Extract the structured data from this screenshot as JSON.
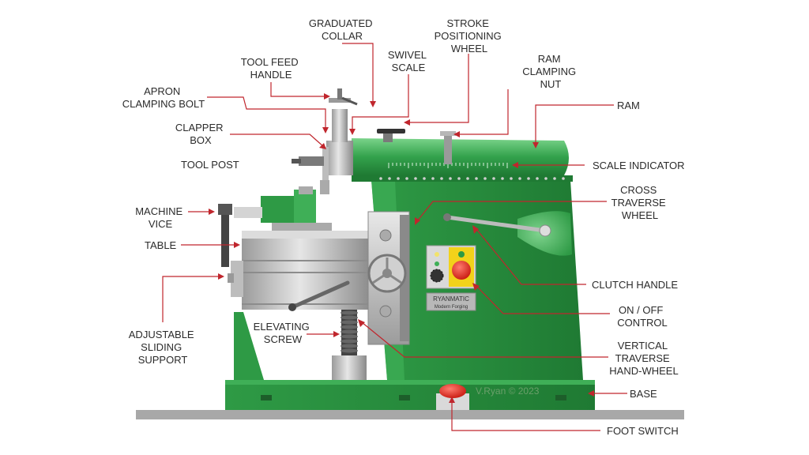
{
  "labels": {
    "graduated_collar": [
      "GRADUATED",
      "COLLAR"
    ],
    "stroke_positioning_wheel": [
      "STROKE",
      "POSITIONING",
      "WHEEL"
    ],
    "tool_feed_handle": [
      "TOOL FEED",
      "HANDLE"
    ],
    "swivel_scale": [
      "SWIVEL",
      "SCALE"
    ],
    "ram_clamping_nut": [
      "RAM",
      "CLAMPING",
      "NUT"
    ],
    "apron_clamping_bolt": [
      "APRON",
      "CLAMPING BOLT"
    ],
    "ram": [
      "RAM"
    ],
    "clapper_box": [
      "CLAPPER",
      "BOX"
    ],
    "tool_post": [
      "TOOL POST"
    ],
    "scale_indicator": [
      "SCALE INDICATOR"
    ],
    "cross_traverse_wheel": [
      "CROSS",
      "TRAVERSE",
      "WHEEL"
    ],
    "machine_vice": [
      "MACHINE",
      "VICE"
    ],
    "table": [
      "TABLE"
    ],
    "clutch_handle": [
      "CLUTCH HANDLE"
    ],
    "on_off_control": [
      "ON / OFF",
      "CONTROL"
    ],
    "adjustable_sliding_support": [
      "ADJUSTABLE",
      "SLIDING",
      "SUPPORT"
    ],
    "elevating_screw": [
      "ELEVATING",
      "SCREW"
    ],
    "vertical_traverse_handwheel": [
      "VERTICAL",
      "TRAVERSE",
      "HAND-WHEEL"
    ],
    "base": [
      "BASE"
    ],
    "foot_switch": [
      "FOOT SWITCH"
    ]
  },
  "brand_plate": [
    "RYANMATIC",
    "Modern Forging"
  ],
  "watermark": "V.Ryan © 2023",
  "colors": {
    "body_green": "#2e9a45",
    "body_green_light": "#5ec270",
    "body_green_dark": "#1f7a33",
    "steel": "#c4c4c4",
    "steel_dark": "#8e8e8e",
    "leader_red": "#c0262d",
    "floor": "#a8a8a8",
    "control_yellow": "#f2d21a",
    "control_red": "#e0261c"
  }
}
